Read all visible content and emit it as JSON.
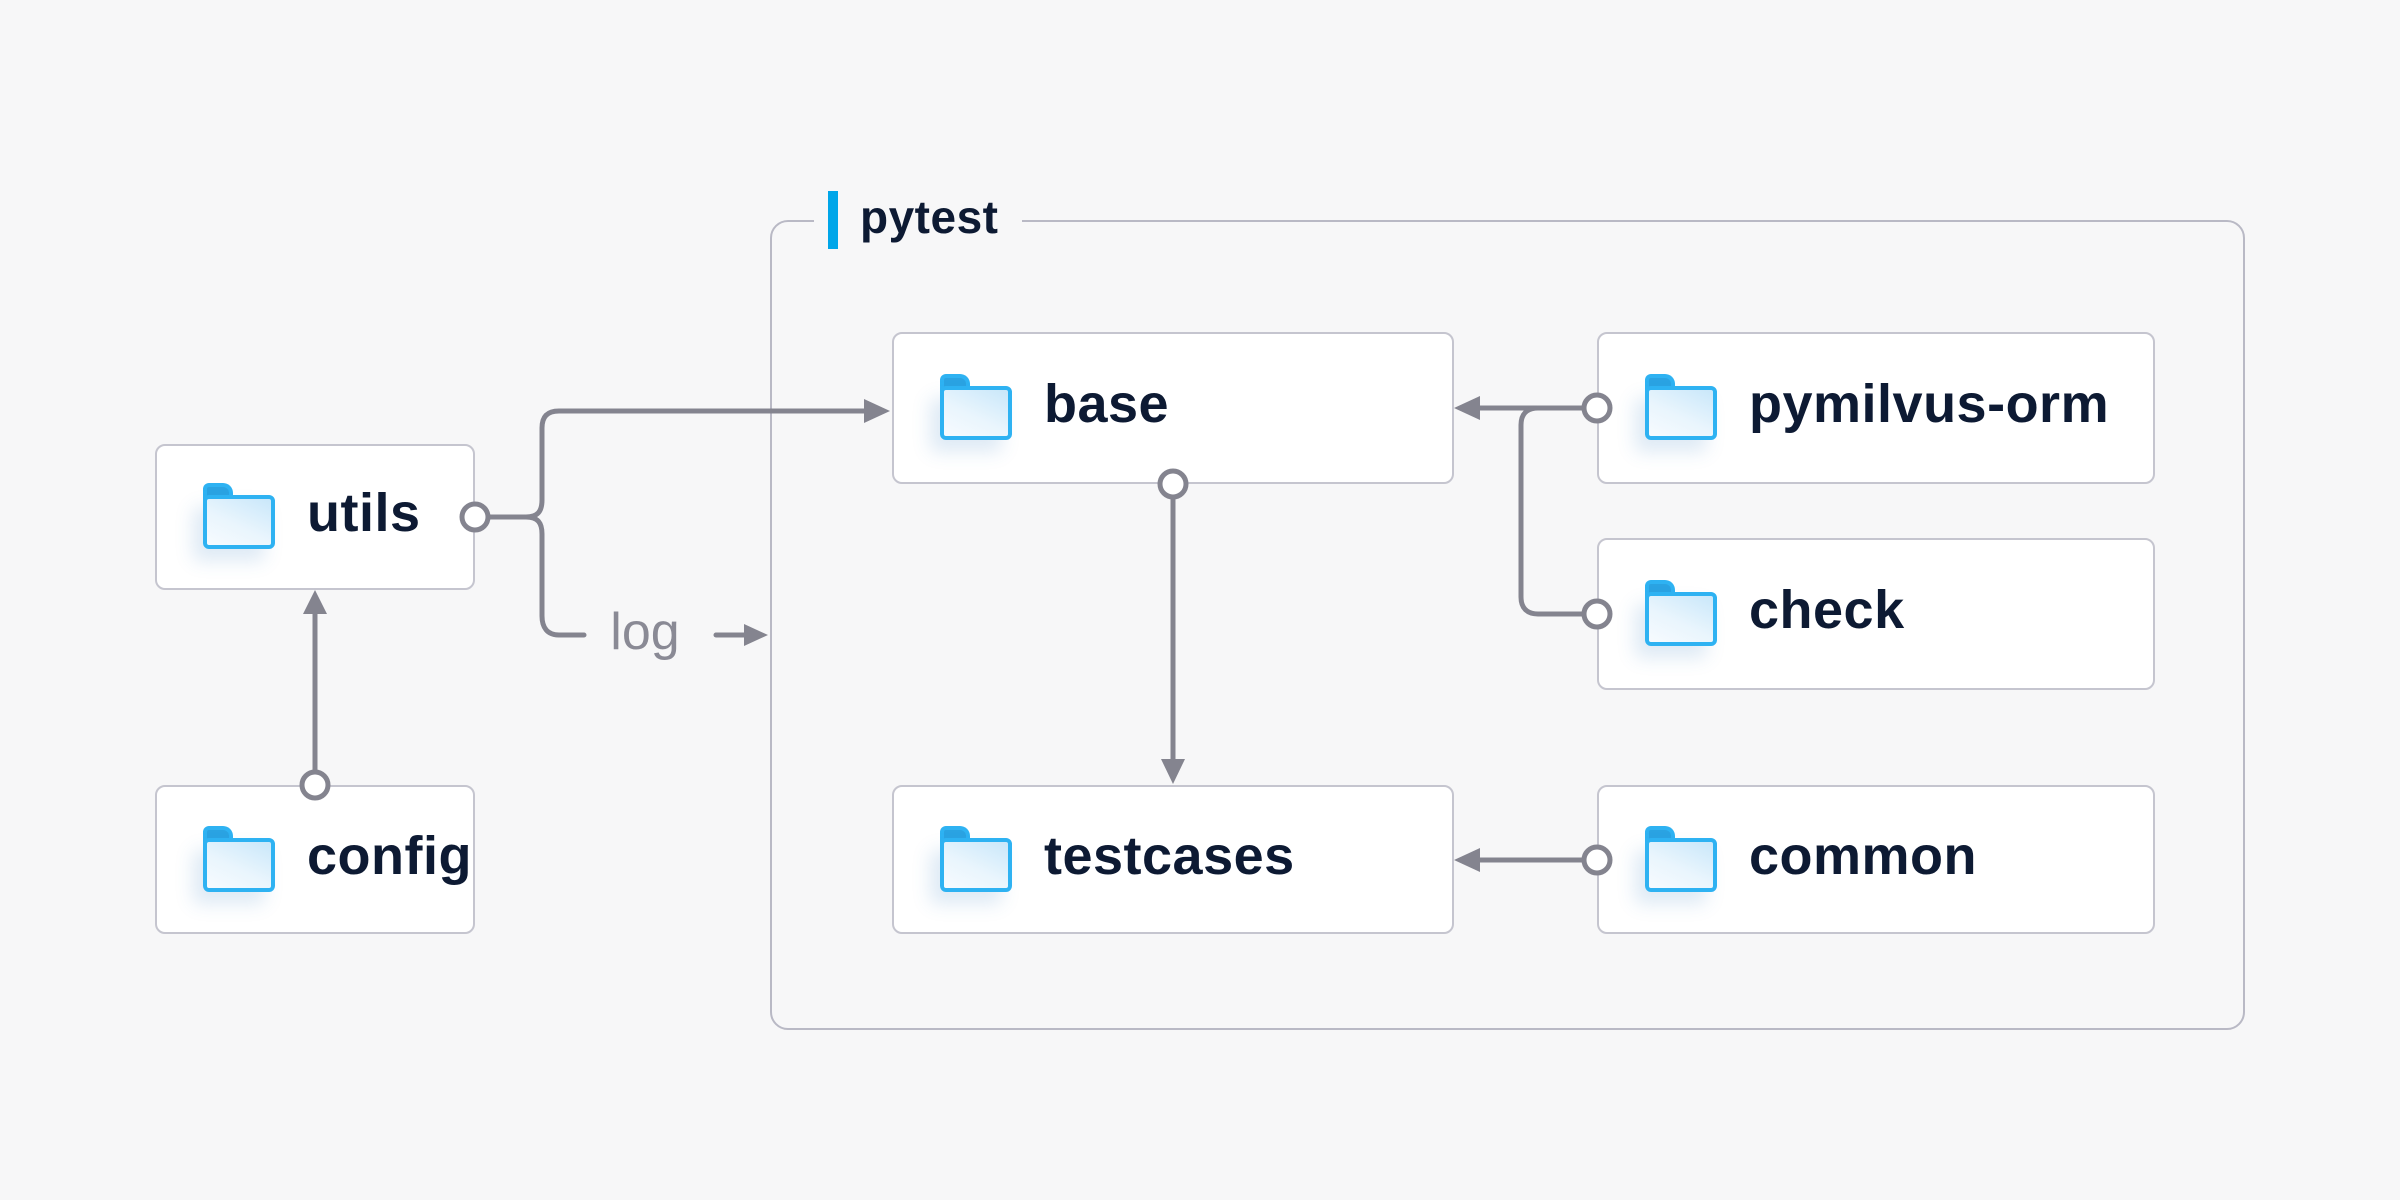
{
  "diagram": {
    "background_color": "#f7f7f8",
    "accent_color": "#00a6e9",
    "folder_color": "#2eb2f2",
    "line_color": "#84848f",
    "text_color": "#0d1a33",
    "muted_text_color": "#8a8a95",
    "group": {
      "label": "pytest"
    },
    "nodes": [
      {
        "id": "utils",
        "label": "utils",
        "icon": "folder",
        "group": null
      },
      {
        "id": "config",
        "label": "config",
        "icon": "folder",
        "group": null
      },
      {
        "id": "base",
        "label": "base",
        "icon": "folder",
        "group": "pytest"
      },
      {
        "id": "pymilvus-orm",
        "label": "pymilvus-orm",
        "icon": "folder",
        "group": "pytest"
      },
      {
        "id": "check",
        "label": "check",
        "icon": "folder",
        "group": "pytest"
      },
      {
        "id": "testcases",
        "label": "testcases",
        "icon": "folder",
        "group": "pytest"
      },
      {
        "id": "common",
        "label": "common",
        "icon": "folder",
        "group": "pytest"
      }
    ],
    "edge_labels": {
      "log": "log"
    },
    "edges": [
      {
        "from": "config",
        "to": "utils",
        "label": ""
      },
      {
        "from": "utils",
        "to": "base",
        "label": ""
      },
      {
        "from": "utils",
        "to": "pytest",
        "label": "log"
      },
      {
        "from": "pymilvus-orm",
        "to": "base",
        "label": ""
      },
      {
        "from": "check",
        "to": "base",
        "label": ""
      },
      {
        "from": "base",
        "to": "testcases",
        "label": ""
      },
      {
        "from": "common",
        "to": "testcases",
        "label": ""
      }
    ]
  }
}
